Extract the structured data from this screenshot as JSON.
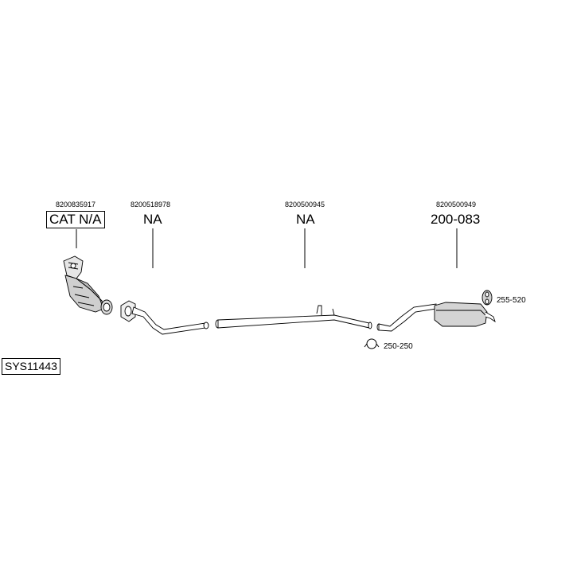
{
  "system_id": "SYS11443",
  "parts": [
    {
      "oem": "8200835917",
      "code": "CAT N/A"
    },
    {
      "oem": "8200518978",
      "code": "NA"
    },
    {
      "oem": "8200500945",
      "code": "NA"
    },
    {
      "oem": "8200500949",
      "code": "200-083"
    }
  ],
  "accessories": [
    {
      "code": "255-520"
    },
    {
      "code": "250-250"
    }
  ]
}
